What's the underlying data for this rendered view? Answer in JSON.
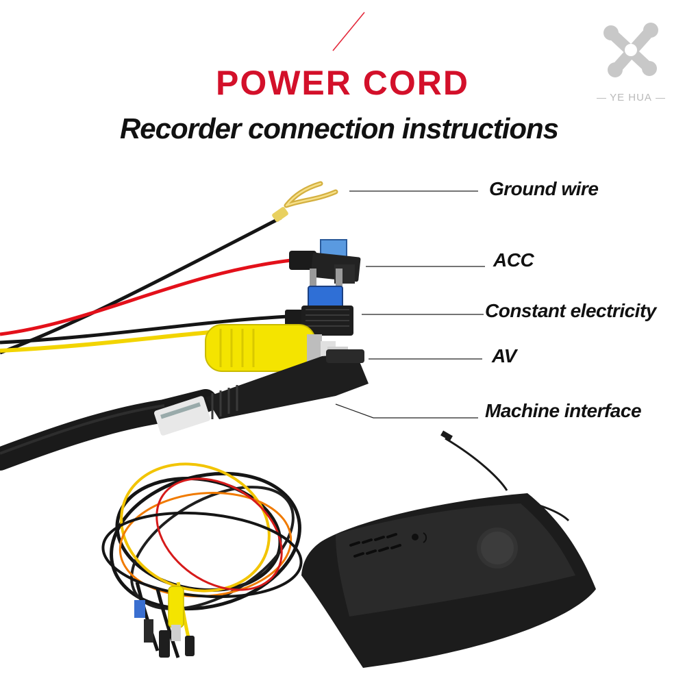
{
  "header": {
    "title": "POWER CORD",
    "subtitle": "Recorder connection instructions"
  },
  "logo": {
    "text": "YE HUA",
    "icon": "yehua-x-logo-icon"
  },
  "labels": {
    "ground_wire": "Ground wire",
    "acc": "ACC",
    "constant_electricity": "Constant electricity",
    "av": "AV",
    "machine_interface": "Machine interface"
  },
  "colors": {
    "title_red": "#d3102a",
    "wire_red": "#e3101a",
    "wire_yellow": "#f2d400",
    "wire_black": "#111111",
    "fuse_blue": "#2f6fd6",
    "connector_yellow": "#f4e400",
    "device_black": "#1c1c1c"
  }
}
